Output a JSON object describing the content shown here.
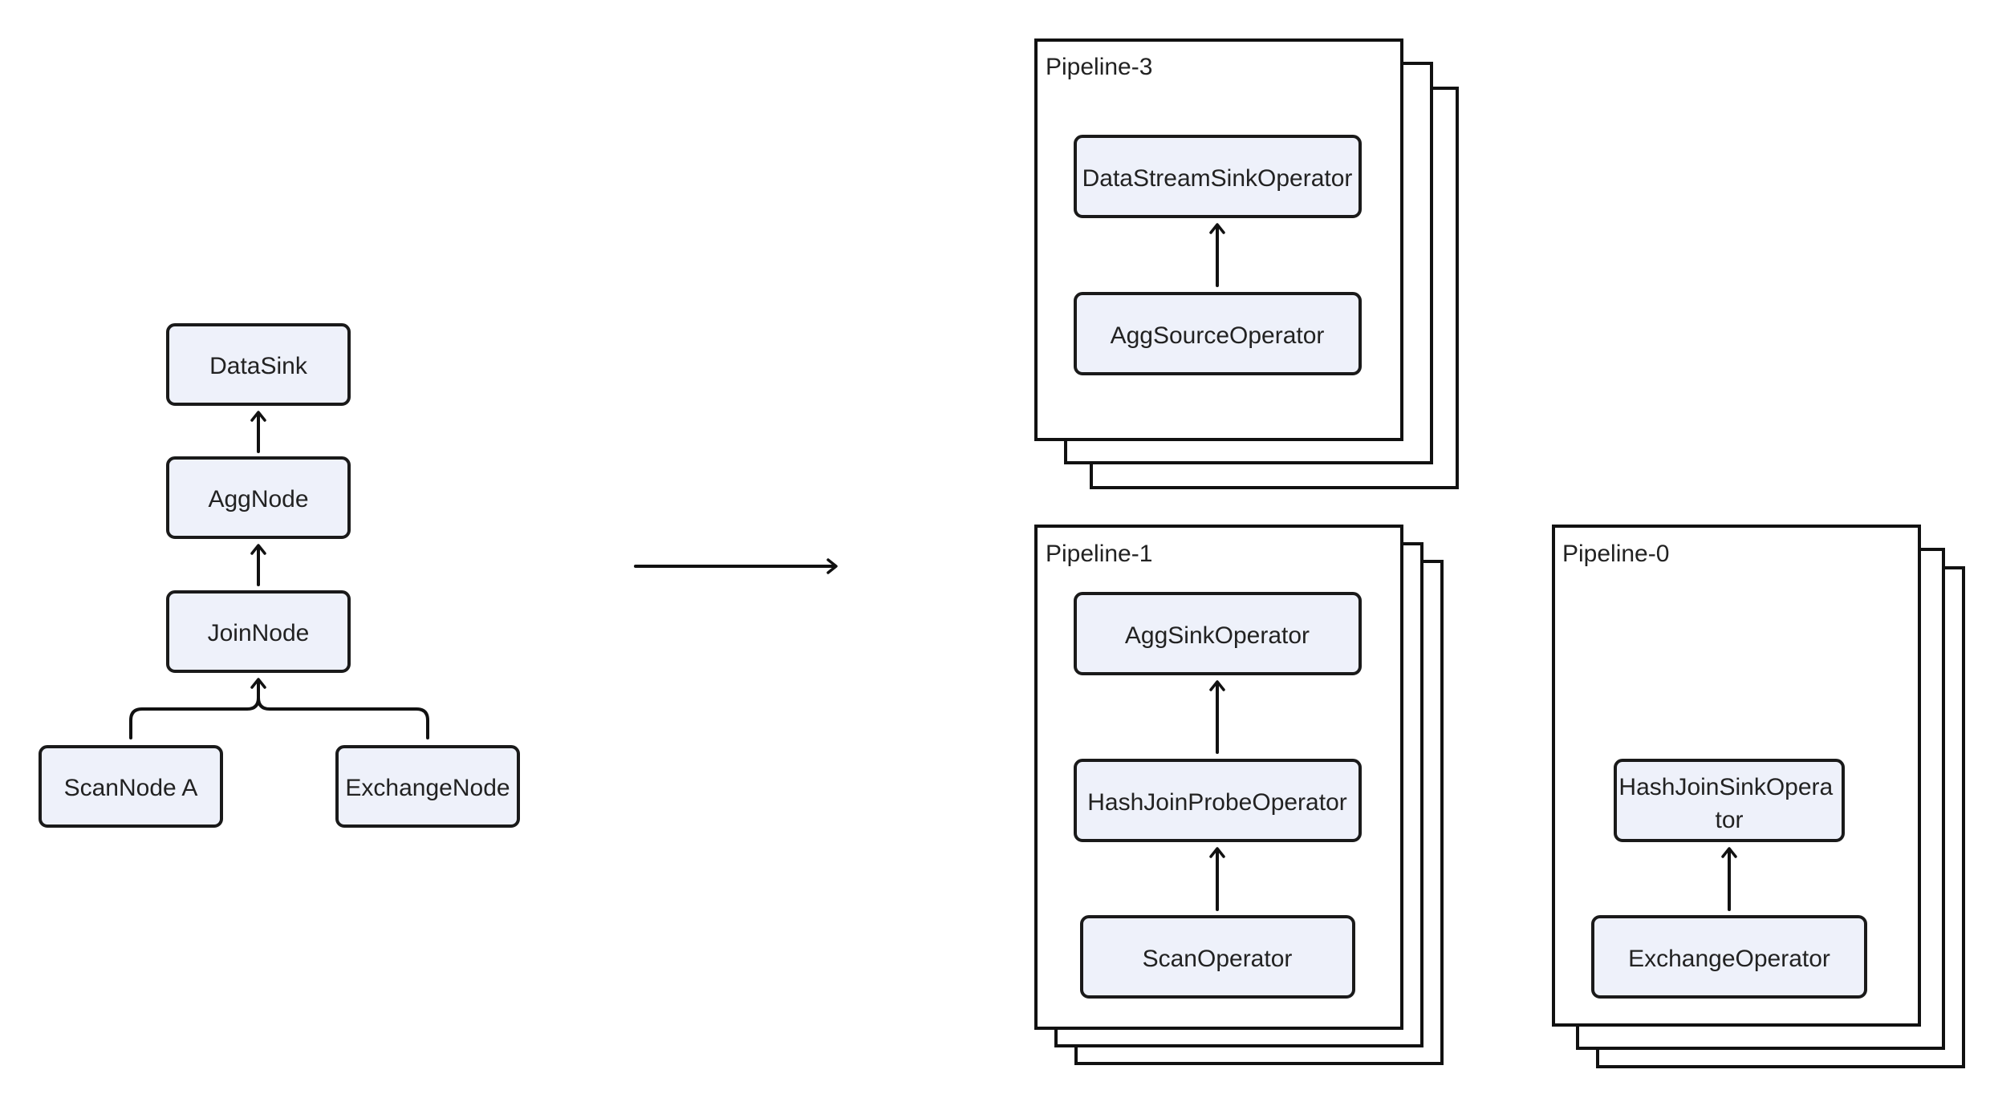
{
  "logical_plan": {
    "data_sink": "DataSink",
    "agg_node": "AggNode",
    "join_node": "JoinNode",
    "scan_node": "ScanNode A",
    "exchange_node": "ExchangeNode"
  },
  "pipelines": {
    "pipeline_3": {
      "title": "Pipeline-3",
      "operators": [
        "DataStreamSinkOperator",
        "AggSourceOperator"
      ]
    },
    "pipeline_1": {
      "title": "Pipeline-1",
      "operators": [
        "AggSinkOperator",
        "HashJoinProbeOperator",
        "ScanOperator"
      ]
    },
    "pipeline_0": {
      "title": "Pipeline-0",
      "operators": [
        "HashJoinSinkOperator",
        "ExchangeOperator"
      ],
      "hash_join_sink_lines": [
        "HashJoinSinkOpera",
        "tor"
      ]
    }
  },
  "colors": {
    "node_fill": "#eef1fa",
    "stroke": "#111111",
    "text": "#222222",
    "background": "#ffffff"
  }
}
